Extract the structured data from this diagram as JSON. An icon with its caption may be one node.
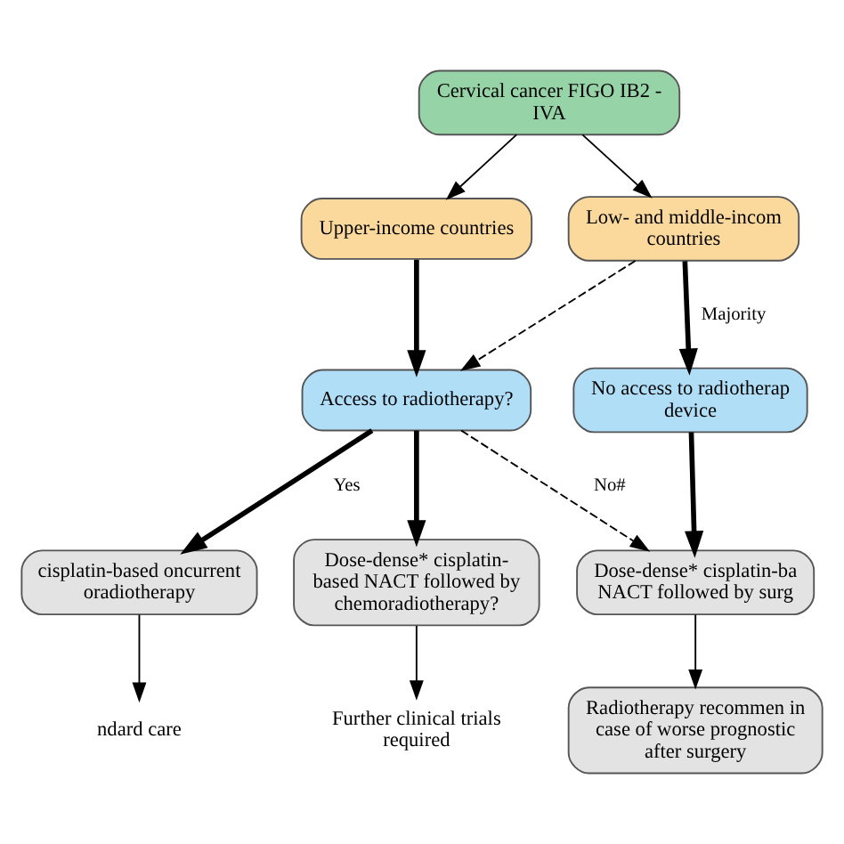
{
  "diagram": {
    "nodes": [
      {
        "text": [
          "Cervical cancer FIGO IB2 - IVA"
        ]
      },
      {
        "text": [
          "Upper-income countries"
        ]
      },
      {
        "text": [
          "Low- and middle-incom countries"
        ]
      },
      {
        "text": [
          "Access to radiotherapy?"
        ]
      },
      {
        "text": [
          "No access to radiotherap device"
        ]
      },
      {
        "text": [
          "cisplatin-based oncurrent oradiotherapy"
        ]
      },
      {
        "text": [
          "Dose-dense* cisplatin-based NACT followed by chemoradiotherapy?"
        ]
      },
      {
        "text": [
          "Dose-dense* cisplatin-ba NACT followed by surg"
        ]
      },
      {
        "text": [
          "ndard care"
        ]
      },
      {
        "text": [
          "Further clinical trials required"
        ]
      },
      {
        "text": [
          "Radiotherapy recommen in case of worse prognostic after surgery"
        ]
      }
    ],
    "edges": [
      {
        "from": 0,
        "to": 1,
        "arrow": "to"
      },
      {
        "from": 0,
        "to": 2,
        "arrow": "to"
      },
      {
        "from": 1,
        "to": 3,
        "arrow": "to",
        "style": "thick"
      },
      {
        "from": 2,
        "to": 3,
        "arrow": "to",
        "style": "dashed"
      },
      {
        "from": 2,
        "to": 4,
        "arrow": "to",
        "style": "thick",
        "label": "Majority"
      },
      {
        "from": 3,
        "to": 5,
        "arrow": "to",
        "style": "thick",
        "label": "Yes"
      },
      {
        "from": 3,
        "to": 6,
        "arrow": "to",
        "style": "thick"
      },
      {
        "from": 3,
        "to": 7,
        "arrow": "to",
        "style": "dashed",
        "label": "No#"
      },
      {
        "from": 4,
        "to": 7,
        "arrow": "to",
        "style": "thick"
      },
      {
        "from": 5,
        "to": 8,
        "arrow": "to"
      },
      {
        "from": 6,
        "to": 9,
        "arrow": "to"
      },
      {
        "from": 7,
        "to": 10,
        "arrow": "to"
      }
    ]
  }
}
